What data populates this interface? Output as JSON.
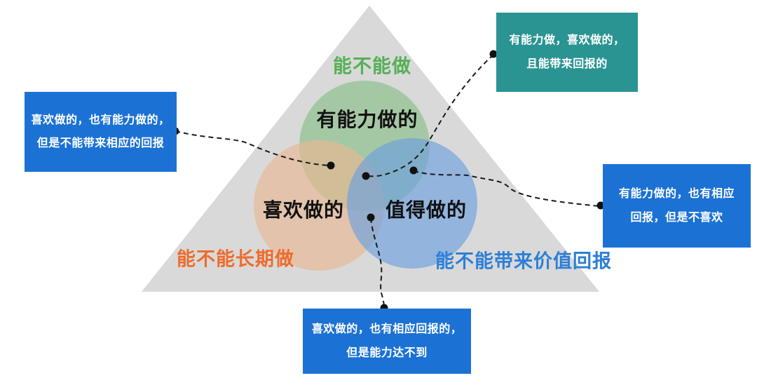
{
  "diagram": {
    "type": "venn-triangle",
    "axis_labels": {
      "top": "能不能做",
      "bottom_left": "能不能长期做",
      "bottom_right": "能不能带来价值回报"
    },
    "circles": {
      "ability": "有能力做的",
      "like": "喜欢做的",
      "worth": "值得做的"
    },
    "callouts": {
      "center": {
        "line1": "有能力做，喜欢做的，",
        "line2": "且能带来回报的"
      },
      "like_ability": {
        "line1": "喜欢做的，也有能力做的，",
        "line2": "但是不能带来相应的回报"
      },
      "ability_reward": {
        "line1": "有能力做的，也有相应",
        "line2": "回报，但是不喜欢"
      },
      "like_reward": {
        "line1": "喜欢做的，也有相应回报的，",
        "line2": "但是能力达不到"
      }
    },
    "colors": {
      "triangle_fill": "#d9d9d9",
      "circle_green_fill": "#89bf87",
      "circle_orange_fill": "#e8b792",
      "circle_blue_fill": "#6ca0de",
      "label_green": "#55b055",
      "label_orange": "#ee6c2d",
      "label_blue": "#2e7fd6",
      "callout_blue": "#1c72d4",
      "callout_teal": "#2a9492",
      "connector": "#1a1a1a"
    }
  }
}
